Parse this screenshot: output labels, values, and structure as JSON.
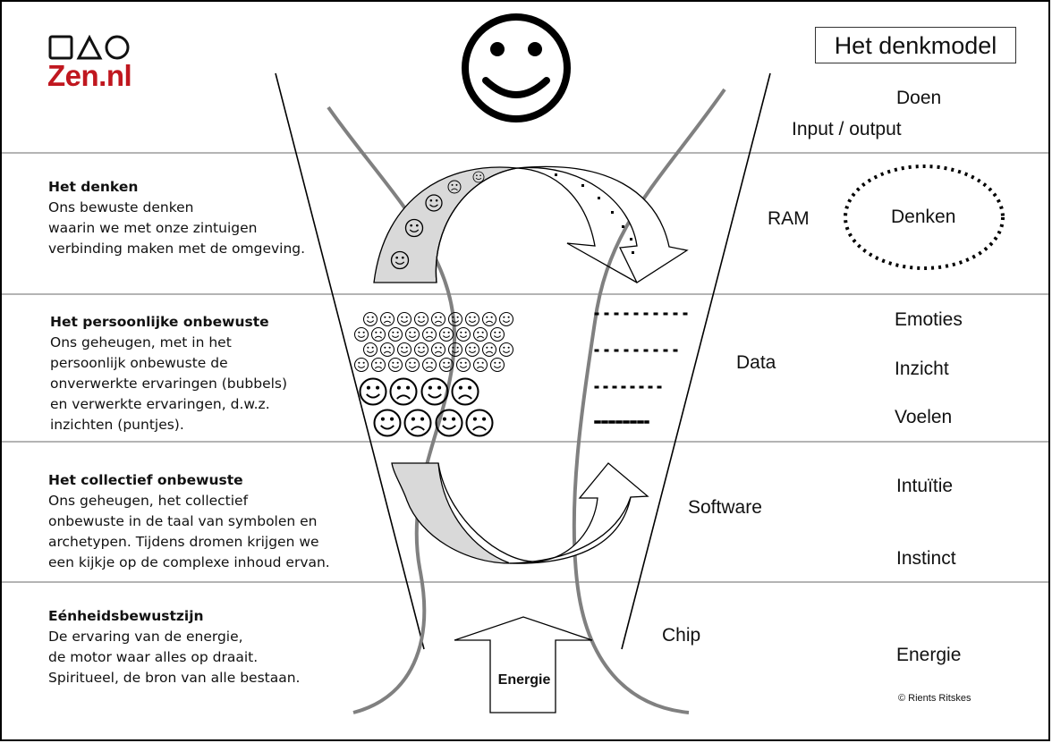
{
  "logo": {
    "glyphs": "□△○",
    "word": "Zen.nl",
    "color": "#c0171f"
  },
  "title": "Het denkmodel",
  "sections": [
    {
      "heading": "Het denken",
      "lines": [
        "Ons bewuste denken",
        "waarin we met onze zintuigen",
        "verbinding maken met de omgeving."
      ]
    },
    {
      "heading": "Het persoonlijke onbewuste",
      "lines": [
        "Ons geheugen, met in het",
        "persoonlijk onbewuste de",
        "onverwerkte ervaringen (bubbels)",
        "en verwerkte ervaringen, d.w.z.",
        "inzichten (puntjes)."
      ]
    },
    {
      "heading": "Het collectief onbewuste",
      "lines": [
        "Ons geheugen, het collectief",
        "onbewuste in de taal van symbolen en",
        "archetypen. Tijdens dromen krijgen we",
        "een kijkje op de complexe inhoud ervan."
      ]
    },
    {
      "heading": "Eénheidsbewustzijn",
      "lines": [
        "De ervaring van de energie,",
        "de motor waar alles op draait.",
        "Spiritueel, de bron van alle bestaan."
      ]
    }
  ],
  "computer_labels": {
    "ram": "RAM",
    "data": "Data",
    "software": "Software",
    "chip": "Chip"
  },
  "right_labels": {
    "doen": "Doen",
    "input_output": "Input / output",
    "denken": "Denken",
    "emoties": "Emoties",
    "inzicht": "Inzicht",
    "voelen": "Voelen",
    "intuitie": "Intuïtie",
    "instinct": "Instinct",
    "energie": "Energie"
  },
  "energie_arrow_label": "Energie",
  "copyright": "© Rients Ritskes",
  "colors": {
    "arrow_fill": "#d9d9d9",
    "curve": "#808080",
    "divider": "#888888",
    "logo_red": "#c0171f"
  },
  "icons": [
    "big-smiley-icon",
    "smiley-icon",
    "frowny-icon",
    "dotted-ellipse",
    "energy-up-arrow"
  ]
}
